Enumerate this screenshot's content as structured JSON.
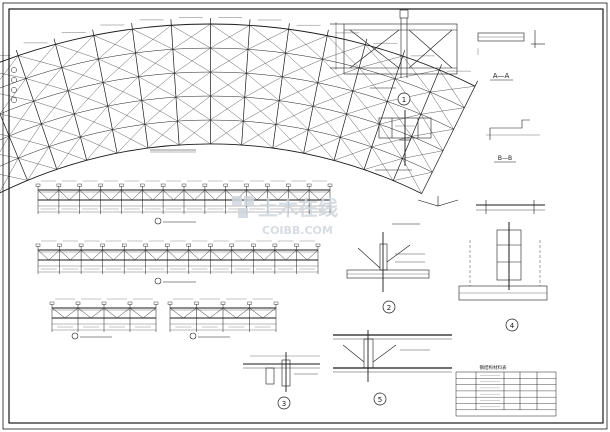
{
  "drawing": {
    "line_color": "#1a1a1a",
    "paper_color": "#ffffff",
    "watermark_color": "#cfd6dd",
    "watermark": {
      "main": "土木在线",
      "sub": "COIBB.COM"
    }
  },
  "detail_markers": [
    "1",
    "2",
    "3",
    "4",
    "5"
  ],
  "section_labels": {
    "a_a": "A—A",
    "b_b": "B—B"
  },
  "table": {
    "title": "钢结构材料表",
    "rows": 6
  }
}
